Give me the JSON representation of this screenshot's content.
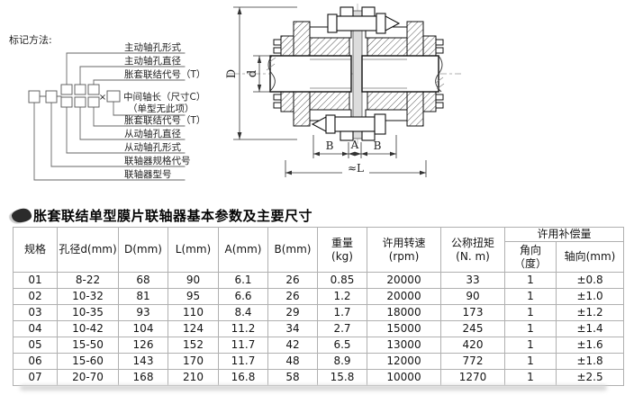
{
  "marking": {
    "heading": "标记方法:",
    "multiply": "×",
    "labels": [
      "主动轴孔形式",
      "主动轴孔直径",
      "胀套联结代号（T）",
      "中间轴长（尺寸C）",
      "（单型无此项）",
      "胀套联结代号（T）",
      "从动轴孔直径",
      "从动轴孔形式",
      "联轴器规格代号",
      "联轴器型号"
    ]
  },
  "drawing": {
    "dim_labels": {
      "outer_diameter": "D",
      "bore_diameter": "d",
      "b_left": "B",
      "a_center": "A",
      "b_right": "B",
      "overall_length": "≈L"
    }
  },
  "table": {
    "title": "胀套联结单型膜片联轴器基本参数及主要尺寸",
    "headers": [
      "规格",
      "孔径d(mm)",
      "D(mm)",
      "L(mm)",
      "A(mm)",
      "B(mm)",
      "重量\n(kg)",
      "许用转速\n(rpm)",
      "公称扭矩\n(N. m)"
    ],
    "comp_group_label": "许用补偿量",
    "comp_sub_headers": [
      "角向\n（度）",
      "轴向(mm)"
    ],
    "rows": [
      [
        "01",
        "8-22",
        "68",
        "90",
        "6.1",
        "26",
        "0.85",
        "20000",
        "33",
        "1",
        "±0.8"
      ],
      [
        "02",
        "10-32",
        "81",
        "95",
        "6.6",
        "26",
        "1.2",
        "20000",
        "90",
        "1",
        "±1.0"
      ],
      [
        "03",
        "10-35",
        "93",
        "110",
        "8.4",
        "29",
        "1.7",
        "18000",
        "173",
        "1",
        "±1.2"
      ],
      [
        "04",
        "10-42",
        "104",
        "124",
        "11.2",
        "34",
        "2.7",
        "15000",
        "245",
        "1",
        "±1.4"
      ],
      [
        "05",
        "15-50",
        "126",
        "152",
        "11.7",
        "42",
        "6.5",
        "13000",
        "420",
        "1",
        "±1.6"
      ],
      [
        "06",
        "15-60",
        "143",
        "170",
        "11.7",
        "48",
        "8.9",
        "12000",
        "772",
        "1",
        "±1.8"
      ],
      [
        "07",
        "20-70",
        "168",
        "210",
        "16.8",
        "58",
        "15.8",
        "10000",
        "1270",
        "1",
        "±2.5"
      ]
    ]
  }
}
